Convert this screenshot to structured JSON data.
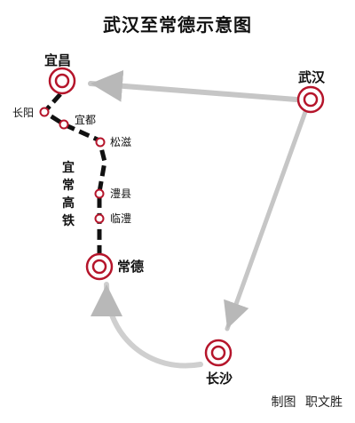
{
  "title": "武汉至常德示意图",
  "credit": {
    "label": "制图",
    "author": "职文胜"
  },
  "rail_label": [
    "宜",
    "常",
    "高",
    "铁"
  ],
  "colors": {
    "station_red": "#b5152b",
    "rail_black": "#111111",
    "arrow_gray": "#b8b8b8"
  },
  "cities": {
    "yichang": "宜昌",
    "wuhan": "武汉",
    "changde": "常德",
    "changsha": "长沙"
  },
  "stops": {
    "changyang": "长阳",
    "yidu": "宜都",
    "songzi": "松滋",
    "lixian": "澧县",
    "linli": "临澧"
  }
}
